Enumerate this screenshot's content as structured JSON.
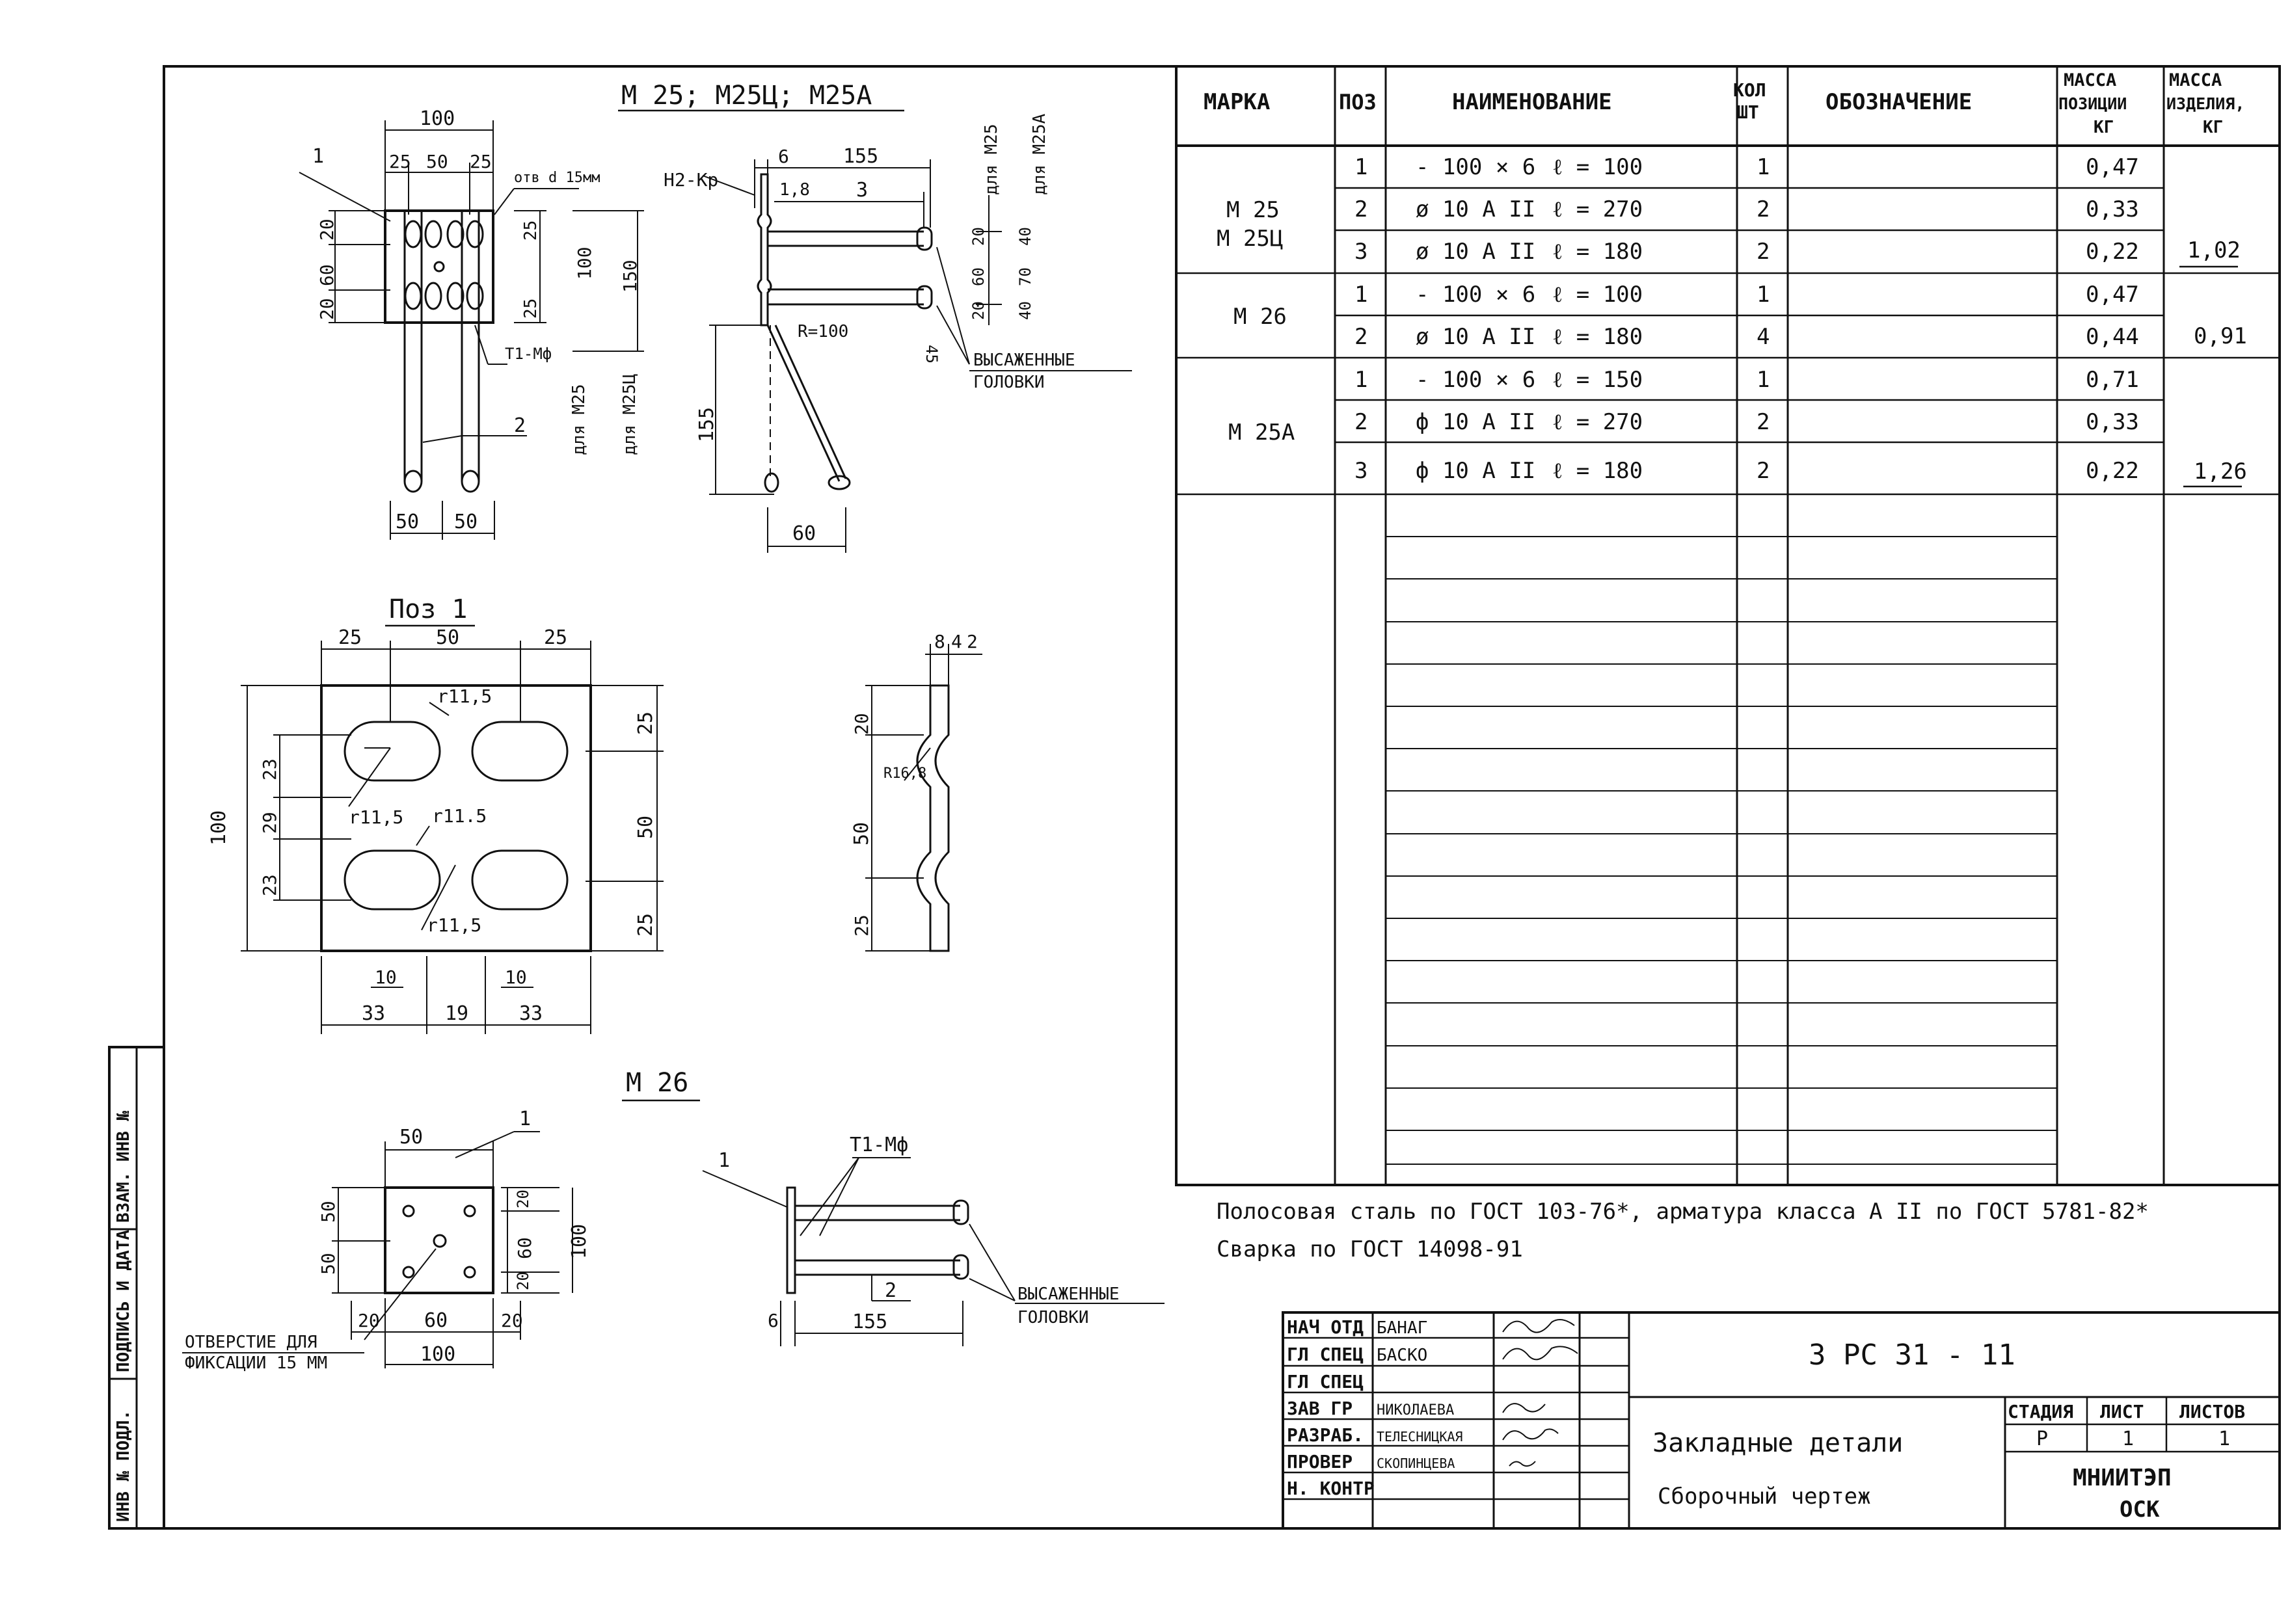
{
  "sheet": {
    "titles": {
      "top_view": "М 25; М25Ц; М25А",
      "detail_1": "Поз 1",
      "m26": "М 26"
    },
    "side_stamp": [
      "ИНВ № ПОДЛ.",
      "ПОДПИСЬ И ДАТА",
      "ВЗАМ. ИНВ №"
    ]
  },
  "drawing": {
    "m25_front": {
      "dims": [
        "100",
        "25",
        "50",
        "25",
        "20",
        "60",
        "20",
        "25",
        "100",
        "150",
        "25",
        "50",
        "50"
      ],
      "callouts": [
        "1",
        "отв d 15мм",
        "Т1-Мф",
        "2",
        "для М25",
        "для М25Ц"
      ]
    },
    "m25_side": {
      "dims": [
        "6",
        "155",
        "1,8",
        "3",
        "R=100",
        "45",
        "155",
        "60",
        "20",
        "60",
        "20",
        "40",
        "70",
        "40"
      ],
      "callouts": [
        "Н2-Кр",
        "для М25",
        "для М25А",
        "ВЫСАЖЕННЫЕ",
        "ГОЛОВКИ"
      ]
    },
    "pos1": {
      "dims": [
        "25",
        "50",
        "25",
        "r11,5",
        "r11,5",
        "r11.5",
        "r11,5",
        "100",
        "23",
        "29",
        "23",
        "25",
        "50",
        "25",
        "10",
        "10",
        "33",
        "19",
        "33"
      ]
    },
    "pos1_profile": {
      "dims": [
        "8",
        "4",
        "2",
        "20",
        "R16,8",
        "50",
        "25"
      ]
    },
    "m26_front": {
      "dims": [
        "50",
        "1",
        "50",
        "50",
        "20",
        "60",
        "20",
        "100",
        "20",
        "60",
        "20",
        "100"
      ],
      "callouts": [
        "ОТВЕРСТИЕ ДЛЯ",
        "ФИКСАЦИИ 15 ММ"
      ]
    },
    "m26_side": {
      "dims": [
        "Т1-Мф",
        "1",
        "2",
        "6",
        "155"
      ],
      "callouts": [
        "ВЫСАЖЕННЫЕ",
        "ГОЛОВКИ"
      ]
    }
  },
  "spec_table": {
    "headers": {
      "mark": "МАРКА",
      "pos": "ПОЗ",
      "name": "НАИМЕНОВАНИЕ",
      "qty": [
        "КОЛ",
        "ШТ"
      ],
      "designation": "ОБОЗНАЧЕНИЕ",
      "mass_pos": [
        "МАССА",
        "ПОЗИЦИИ",
        "КГ"
      ],
      "mass_item": [
        "МАССА",
        "ИЗДЕЛИЯ,",
        "КГ"
      ]
    },
    "groups": [
      {
        "mark": [
          "М 25",
          "М 25Ц"
        ],
        "mass_item": "1,02",
        "rows": [
          {
            "pos": "1",
            "name": "- 100 × 6",
            "len": "ℓ = 100",
            "qty": "1",
            "mass": "0,47"
          },
          {
            "pos": "2",
            "name": "ø 10 А II",
            "len": "ℓ = 270",
            "qty": "2",
            "mass": "0,33"
          },
          {
            "pos": "3",
            "name": "ø 10 А II",
            "len": "ℓ = 180",
            "qty": "2",
            "mass": "0,22"
          }
        ]
      },
      {
        "mark": [
          "М 26"
        ],
        "mass_item": "0,91",
        "rows": [
          {
            "pos": "1",
            "name": "- 100 × 6",
            "len": "ℓ = 100",
            "qty": "1",
            "mass": "0,47"
          },
          {
            "pos": "2",
            "name": "ø 10 А II",
            "len": "ℓ = 180",
            "qty": "4",
            "mass": "0,44"
          }
        ]
      },
      {
        "mark": [
          "М 25А"
        ],
        "mass_item": "1,26",
        "rows": [
          {
            "pos": "1",
            "name": "- 100 × 6",
            "len": "ℓ = 150",
            "qty": "1",
            "mass": "0,71"
          },
          {
            "pos": "2",
            "name": "ф 10 А II",
            "len": "ℓ = 270",
            "qty": "2",
            "mass": "0,33"
          },
          {
            "pos": "3",
            "name": "ф 10 А II",
            "len": "ℓ = 180",
            "qty": "2",
            "mass": "0,22"
          }
        ]
      }
    ]
  },
  "notes": [
    "Полосовая сталь по ГОСТ 103-76*, арматура класса А II по ГОСТ 5781-82*",
    "Сварка   по   ГОСТ 14098-91"
  ],
  "title_block": {
    "roles": [
      "НАЧ ОТД",
      "ГЛ СПЕЦ",
      "ГЛ СПЕЦ",
      "ЗАВ ГР",
      "РАЗРАБ.",
      "ПРОВЕР",
      "Н. КОНТР"
    ],
    "names": [
      "БАНАГ",
      "БАСКО",
      "",
      "НИКОЛАЕВА",
      "ТЕЛЕСНИЦКАЯ",
      "СКОПИНЦЕВА",
      ""
    ],
    "doc_code": "3 РС 31 - 11",
    "title_lines": [
      "Закладные детали",
      "Сборочный чертеж"
    ],
    "stage_headers": [
      "СТАДИЯ",
      "ЛИСТ",
      "ЛИСТОВ"
    ],
    "stage_values": [
      "Р",
      "1",
      "1"
    ],
    "org": [
      "МНИИТЭП",
      "ОСК"
    ]
  }
}
